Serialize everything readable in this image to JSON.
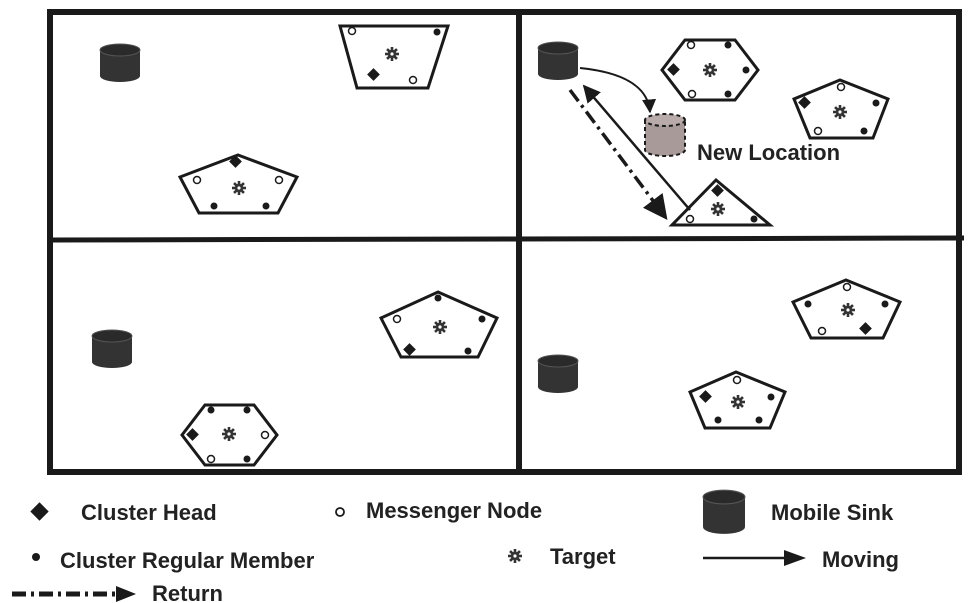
{
  "labels": {
    "new_location": "New Location"
  },
  "legend": {
    "cluster_head": "Cluster Head",
    "messenger_node": "Messenger Node",
    "mobile_sink": "Mobile Sink",
    "cluster_regular_member": "Cluster Regular Member",
    "target": "Target",
    "moving": "Moving",
    "return": "Return"
  },
  "colors": {
    "line": "#1a1a1a",
    "sink": "#333333",
    "new_sink": "#a89a98"
  },
  "icons": [
    "cluster-head-icon",
    "messenger-node-icon",
    "regular-member-icon",
    "target-icon",
    "mobile-sink-icon"
  ]
}
